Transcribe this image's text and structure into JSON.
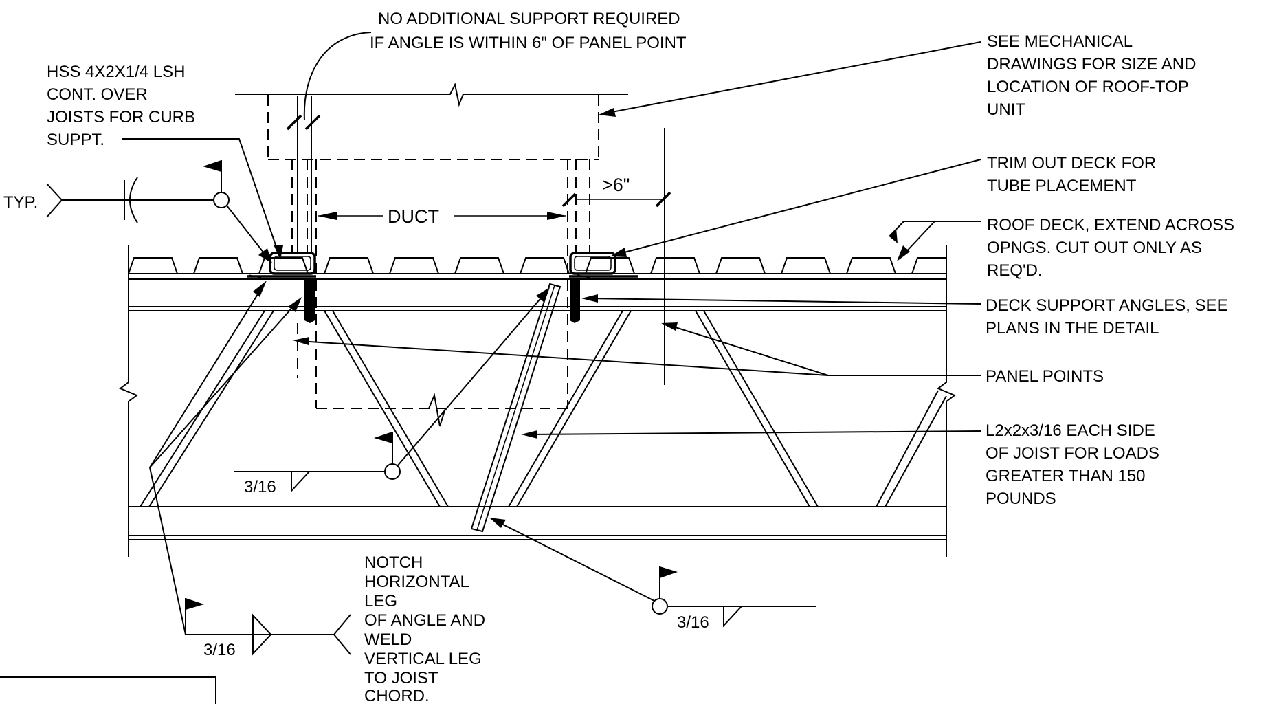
{
  "notes": {
    "no_support": [
      "NO ADDITIONAL SUPPORT REQUIRED",
      "IF ANGLE IS WITHIN 6\"  OF PANEL POINT"
    ],
    "hss": [
      "HSS 4X2X1/4 LSH",
      "CONT. OVER",
      "JOISTS FOR CURB",
      "SUPPT."
    ],
    "typ": "TYP.",
    "mechanical": [
      "SEE MECHANICAL",
      "DRAWINGS FOR SIZE AND",
      "LOCATION OF ROOF-TOP",
      "UNIT"
    ],
    "trim_deck": [
      "TRIM OUT DECK FOR",
      "TUBE PLACEMENT"
    ],
    "roof_deck": [
      "ROOF DECK, EXTEND ACROSS",
      "OPNGS. CUT OUT ONLY AS",
      "REQ'D."
    ],
    "deck_angles": [
      "DECK SUPPORT ANGLES, SEE",
      "PLANS IN THE DETAIL"
    ],
    "panel_points": "PANEL POINTS",
    "l2x2": [
      "L2x2x3/16 EACH SIDE",
      "OF JOIST FOR LOADS",
      "GREATER THAN 150",
      "POUNDS"
    ],
    "notch": [
      "NOTCH",
      "HORIZONTAL",
      "LEG",
      "OF ANGLE AND",
      "WELD",
      "VERTICAL LEG",
      "TO JOIST",
      "CHORD."
    ],
    "duct": "DUCT",
    "gt6": ">6\"",
    "weld_size": "3/16"
  }
}
